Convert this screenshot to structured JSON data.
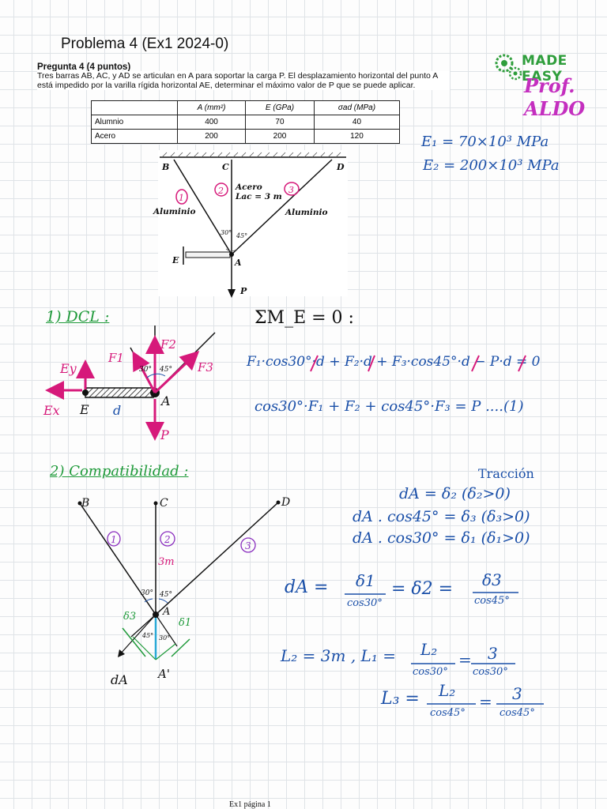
{
  "title": "Problema 4 (Ex1 2024-0)",
  "logo": {
    "main": "MADE EASY",
    "sub": "Prof. ALDO"
  },
  "question": {
    "header": "Pregunta 4 (4 puntos)",
    "text": "Tres barras AB, AC, y AD se articulan en A para soportar la carga P. El desplazamiento horizontal del punto A está impedido por la varilla rígida horizontal AE, determinar el máximo valor de P que se puede aplicar."
  },
  "table": {
    "headers": [
      "",
      "A (mm²)",
      "E (GPa)",
      "σad (MPa)"
    ],
    "rows": [
      [
        "Alumnio",
        "400",
        "70",
        "40"
      ],
      [
        "Acero",
        "200",
        "200",
        "120"
      ]
    ]
  },
  "figure": {
    "nodes": {
      "B": "B",
      "C": "C",
      "D": "D",
      "A": "A",
      "E": "E",
      "P": "P"
    },
    "acero_label": "Acero",
    "acero_length": "Lac = 3 m",
    "aluminio_left": "Aluminio",
    "aluminio_right": "Aluminio",
    "angle_30": "30°",
    "angle_45": "45°",
    "circle_1": "1",
    "circle_2": "2",
    "circle_3": "3"
  },
  "moduli": {
    "e1": "E₁ = 70×10³ MPa",
    "e2": "E₂ = 200×10³ MPa"
  },
  "dcl": {
    "heading": "1) DCL :",
    "moment_eq": "ΣM_E = 0 :",
    "labels": {
      "Ey": "Ey",
      "Ex": "Ex",
      "E": "E",
      "d": "d",
      "A": "A",
      "P": "P",
      "F1": "F1",
      "F2": "F2",
      "F3": "F3",
      "a30": "30°",
      "a45": "45°"
    },
    "eq_line1": "F₁·cos30°·d + F₂·d + F₃·cos45°·d − P·d = 0",
    "eq_line2": "cos30°·F₁ + F₂ + cos45°·F₃ = P ....(1)"
  },
  "compat": {
    "heading": "2) Compatibilidad :",
    "nodes": {
      "B": "B",
      "C": "C",
      "D": "D",
      "A": "A",
      "Ap": "A'",
      "dA": "dA"
    },
    "length_3m": "3m",
    "c1": "1",
    "c2": "2",
    "c3": "3",
    "a30": "30°",
    "a45": "45°",
    "b45": "45°",
    "b30": "30°",
    "delta3": "δ3",
    "delta1": "δ1",
    "traccion": "Tracción",
    "rel1": "dA = δ₂   (δ₂>0)",
    "rel2": "dA . cos45° = δ₃   (δ₃>0)",
    "rel3": "dA . cos30° = δ₁   (δ₁>0)",
    "eqA": "dA =",
    "eqB_num": "δ1",
    "eqB_den": "cos30°",
    "eqC": "= δ2 =",
    "eqD_num": "δ3",
    "eqD_den": "cos45°",
    "len1_left": "L₂ = 3m   ,  L₁ =",
    "len1_num": "L₂",
    "len1_den": "cos30°",
    "len1_eq": "=",
    "len1_num2": "3",
    "len1_den2": "cos30°",
    "len3_left": "L₃ =",
    "len3_num": "L₂",
    "len3_den": "cos45°",
    "len3_eq": "=",
    "len3_num2": "3",
    "len3_den2": "cos45°"
  },
  "footer": "Ex1 página 1",
  "colors": {
    "blue": "#1a4fa8",
    "pink": "#d6197a",
    "green": "#1f9a3a",
    "purple": "#8b2fbf",
    "grid": "#dfe3e7"
  }
}
